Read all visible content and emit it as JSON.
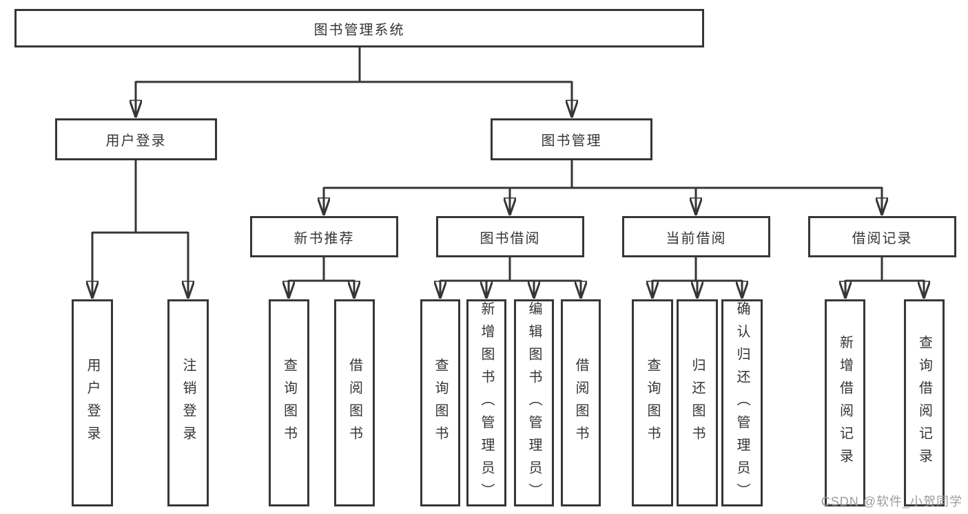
{
  "tree": {
    "root": {
      "label": "图书管理系统",
      "children": [
        {
          "label": "用户登录",
          "children": [
            {
              "label": "用户登录"
            },
            {
              "label": "注销登录"
            }
          ]
        },
        {
          "label": "图书管理",
          "children": [
            {
              "label": "新书推荐",
              "children": [
                {
                  "label": "查询图书"
                },
                {
                  "label": "借阅图书"
                }
              ]
            },
            {
              "label": "图书借阅",
              "children": [
                {
                  "label": "查询图书"
                },
                {
                  "label": "新增图书（管理员）"
                },
                {
                  "label": "编辑图书（管理员）"
                },
                {
                  "label": "借阅图书"
                }
              ]
            },
            {
              "label": "当前借阅",
              "children": [
                {
                  "label": "查询图书"
                },
                {
                  "label": "归还图书"
                },
                {
                  "label": "确认归还（管理员）"
                }
              ]
            },
            {
              "label": "借阅记录",
              "children": [
                {
                  "label": "新增借阅记录"
                },
                {
                  "label": "查询借阅记录"
                }
              ]
            }
          ]
        }
      ]
    }
  },
  "watermark": "CSDN @软件_小贺同学",
  "colors": {
    "line": "#363638",
    "text": "#353537",
    "watermark": "#9c9c9c",
    "background": "#ffffff"
  }
}
